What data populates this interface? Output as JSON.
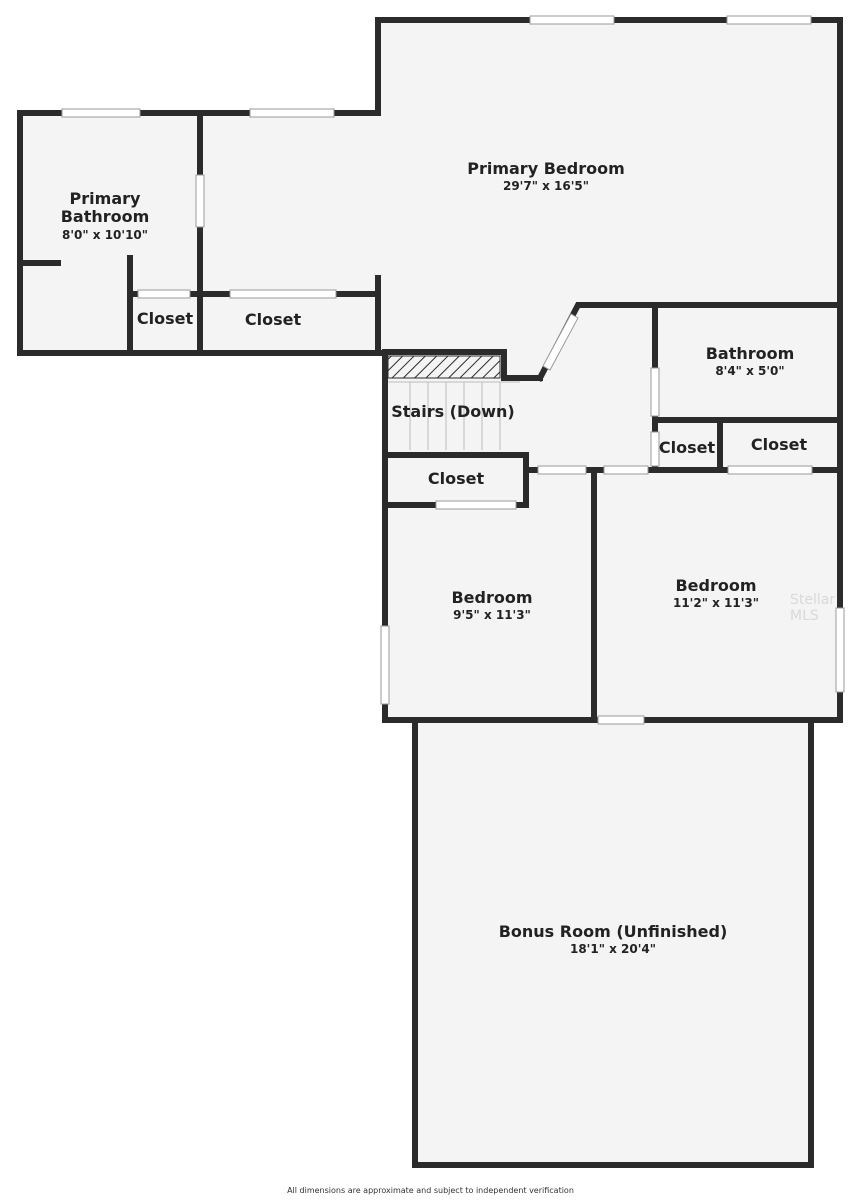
{
  "rooms": {
    "primary_bedroom": {
      "name": "Primary Bedroom",
      "dims": "29'7\" x 16'5\""
    },
    "primary_bathroom": {
      "name_line1": "Primary",
      "name_line2": "Bathroom",
      "dims": "8'0\" x 10'10\""
    },
    "closet_a": {
      "name": "Closet"
    },
    "closet_b": {
      "name": "Closet"
    },
    "bathroom": {
      "name": "Bathroom",
      "dims": "8'4\" x 5'0\""
    },
    "stairs": {
      "name": "Stairs (Down)"
    },
    "closet_c": {
      "name": "Closet"
    },
    "closet_d": {
      "name": "Closet"
    },
    "closet_e": {
      "name": "Closet"
    },
    "bedroom_left": {
      "name": "Bedroom",
      "dims": "9'5\" x 11'3\""
    },
    "bedroom_right": {
      "name": "Bedroom",
      "dims": "11'2\" x 11'3\""
    },
    "bonus_room": {
      "name": "Bonus Room (Unfinished)",
      "dims": "18'1\" x 20'4\""
    }
  },
  "watermark": "Stellar MLS",
  "footer": "All dimensions are approximate and subject to independent verification",
  "colors": {
    "wall": "#2b2b2b",
    "floor": "#f4f4f4",
    "window": "#ffffff"
  }
}
